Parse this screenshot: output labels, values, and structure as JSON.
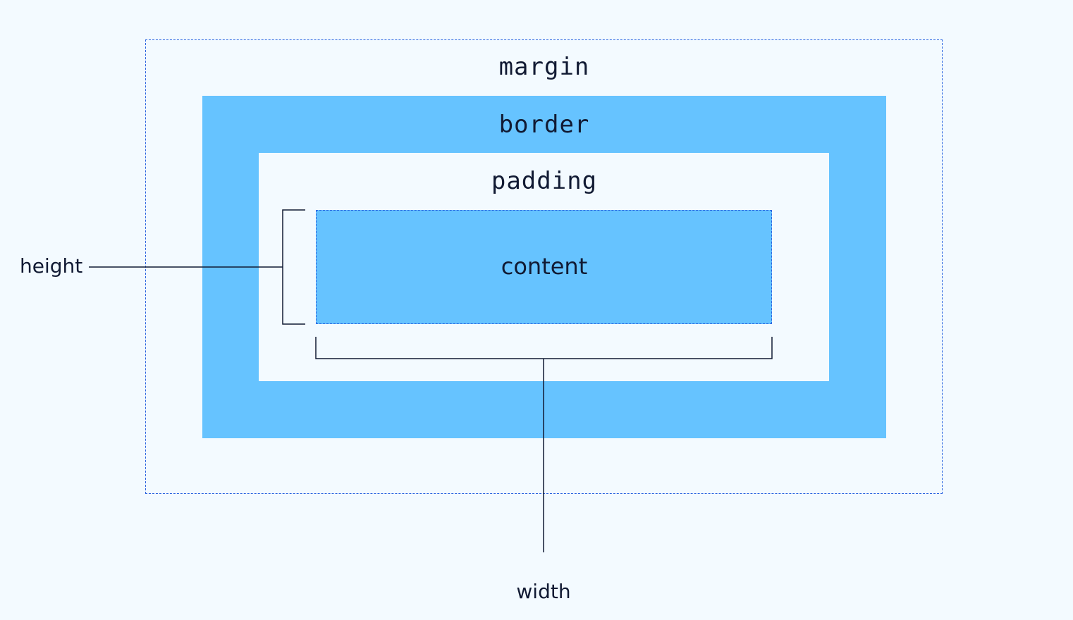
{
  "labels": {
    "margin": "margin",
    "border": "border",
    "padding": "padding",
    "content": "content",
    "height": "height",
    "width": "width"
  },
  "colors": {
    "background": "#f3faff",
    "box_fill": "#66c3ff",
    "dashed_outline": "#2a64e0",
    "text": "#111a33"
  }
}
